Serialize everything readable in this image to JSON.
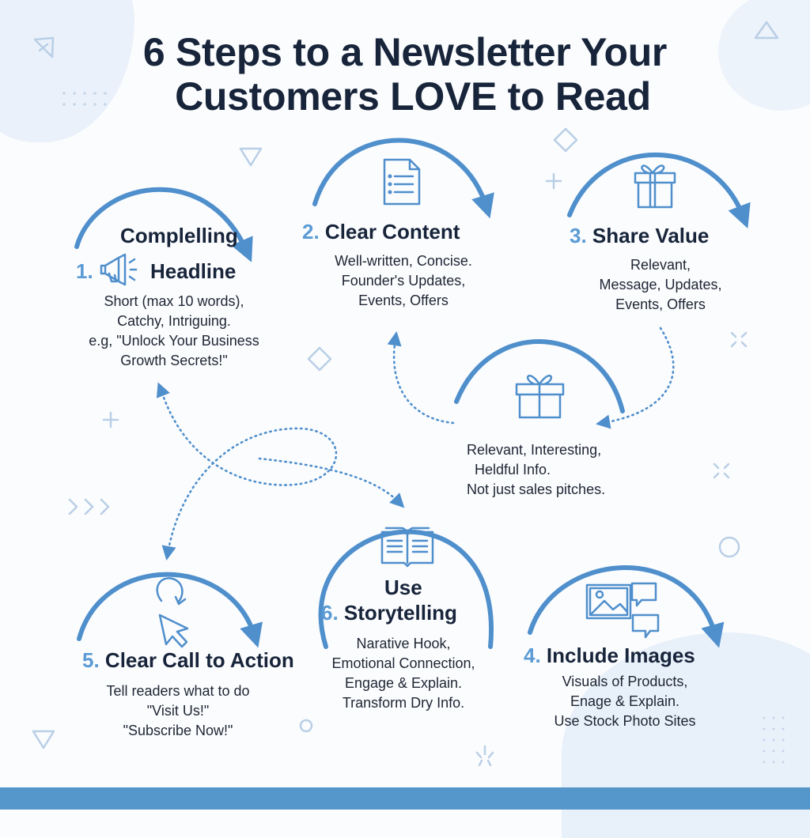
{
  "title": {
    "line1": "6 Steps to a Newsletter Your",
    "line2": "Customers LOVE to Read"
  },
  "colors": {
    "accent": "#5b9bd5",
    "arc": "#4f8fcc",
    "heading": "#17243a",
    "text": "#1e2533",
    "decor": "#b9cfe6",
    "bar": "#5596cb"
  },
  "steps": [
    {
      "number": "1.",
      "title_line1": "Complelling",
      "title_line2": "Headline",
      "icon": "megaphone-icon",
      "desc": [
        "Short (max 10 words),",
        "Catchy, Intriguing.",
        "e.g, \"Unlock Your Business",
        "Growth Secrets!\""
      ]
    },
    {
      "number": "2.",
      "title": "Clear Content",
      "icon": "document-icon",
      "desc": [
        "Well-written, Concise.",
        "Founder's Updates,",
        "Events, Offers"
      ]
    },
    {
      "number": "3.",
      "title": "Share Value",
      "icon": "gift-icon",
      "desc": [
        "Relevant,",
        "Message, Updates,",
        "Events, Offers"
      ]
    },
    {
      "number": "4.",
      "title": "Include Images",
      "icon": "image-chat-icon",
      "desc": [
        "Visuals of Products,",
        "Enage & Explain.",
        "Use Stock Photo Sites"
      ]
    },
    {
      "number": "5.",
      "title": "Clear Call to Action",
      "icon": "cursor-click-icon",
      "desc": [
        "Tell readers what to do",
        "\"Visit Us!\"",
        "\"Subscribe Now!\""
      ]
    },
    {
      "number": "6.",
      "title_line1": "Use",
      "title_line2": "Storytelling",
      "icon": "open-book-icon",
      "desc": [
        "Narative Hook,",
        "Emotional Connection,",
        "Engage & Explain.",
        "Transform Dry Info."
      ]
    }
  ],
  "center_node": {
    "icon": "gift-icon",
    "desc": [
      "Relevant, Interesting,",
      "Heldful Info.",
      "Not just sales pitches."
    ]
  }
}
